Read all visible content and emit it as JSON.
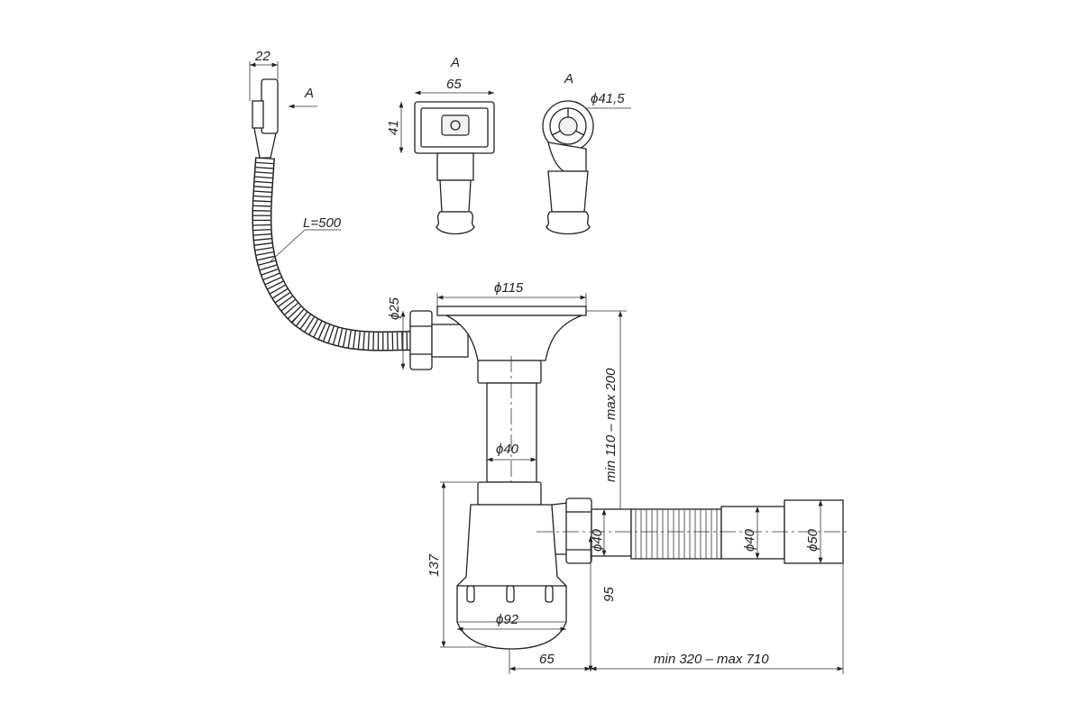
{
  "drawing": {
    "title": "Sink trap technical drawing",
    "dimensions": {
      "overflow_width": "22",
      "view_mark_arrow": "A",
      "view_a_left_title": "A",
      "view_a_left_width": "65",
      "view_a_left_height": "41",
      "view_a_right_title": "A",
      "view_a_right_diameter": "ϕ41,5",
      "hose_length": "L=500",
      "hose_connector_diameter": "ϕ25",
      "strainer_diameter": "ϕ115",
      "pipe_height_range": "min 110 – max 200",
      "pipe_diameter": "ϕ40",
      "trap_height": "137",
      "outlet_diameter_nut": "ϕ40",
      "outlet_diameter_pipe": "ϕ40",
      "outlet_diameter_end": "ϕ50",
      "outlet_height": "95",
      "trap_diameter": "ϕ92",
      "outlet_offset": "65",
      "outlet_length_range": "min 320 – max 710"
    }
  }
}
